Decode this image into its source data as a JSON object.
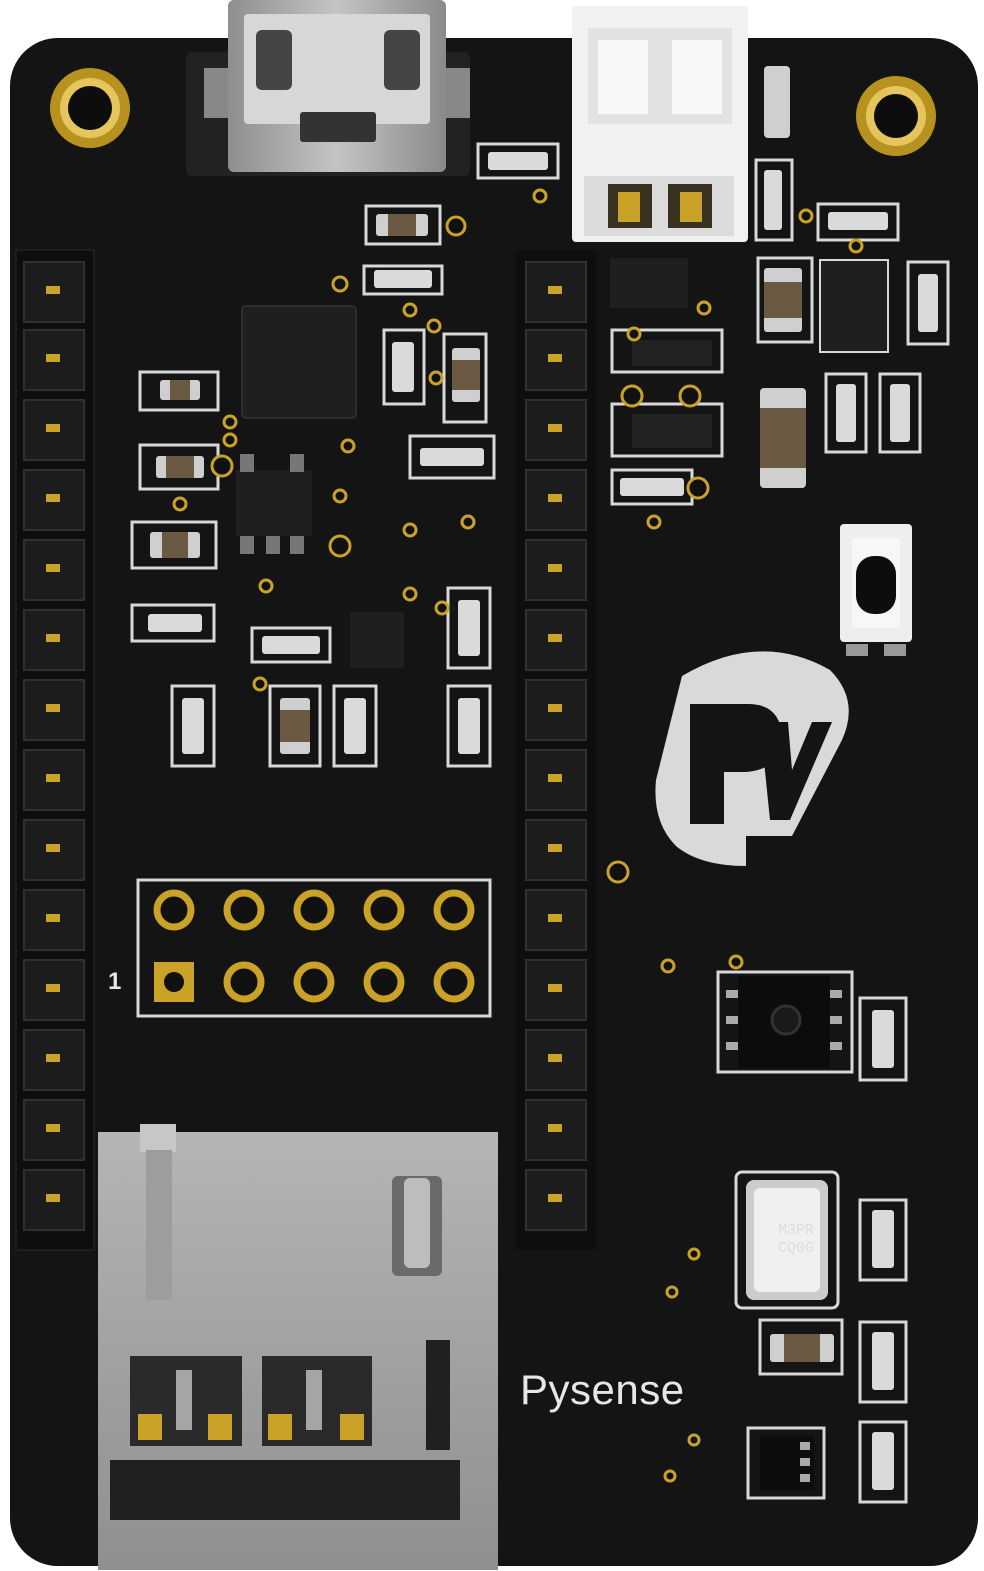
{
  "board": {
    "name": "Pysense",
    "header_pin_one": "1",
    "pressure_sensor_marking": [
      "M3PR",
      "CQ0G"
    ],
    "logo": "pycom-py-logo"
  },
  "colors": {
    "pcb": "#141414",
    "silkscreen": "#e0e0e0",
    "gold": "#c9a227",
    "metal": "#a9a9a9",
    "connector_white": "#f1f1f1"
  }
}
